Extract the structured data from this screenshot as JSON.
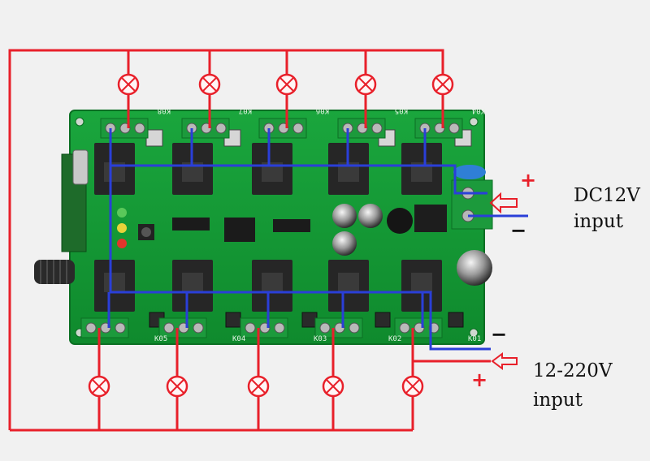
{
  "colors": {
    "wire_ac": "#e8202a",
    "wire_dc": "#2a3fd8",
    "pcb": "#139a34",
    "terminal": "#1c9a3c",
    "relay": "#262626",
    "lamp": "#e8202a",
    "background": "#f1f1f1"
  },
  "channels_top": [
    "K08",
    "K07",
    "K06",
    "K05",
    "K04"
  ],
  "channels_bottom": [
    "K05",
    "K04",
    "K03",
    "K02",
    "K01"
  ],
  "dc_input": {
    "line1": "DC12V",
    "line2": "input",
    "plus": "+",
    "minus": "−"
  },
  "ac_input": {
    "line1": "12-220V",
    "line2": "input",
    "plus": "+",
    "minus": "−"
  },
  "icons": {
    "lamp": "lamp-icon",
    "arrow": "arrow-left-icon"
  }
}
